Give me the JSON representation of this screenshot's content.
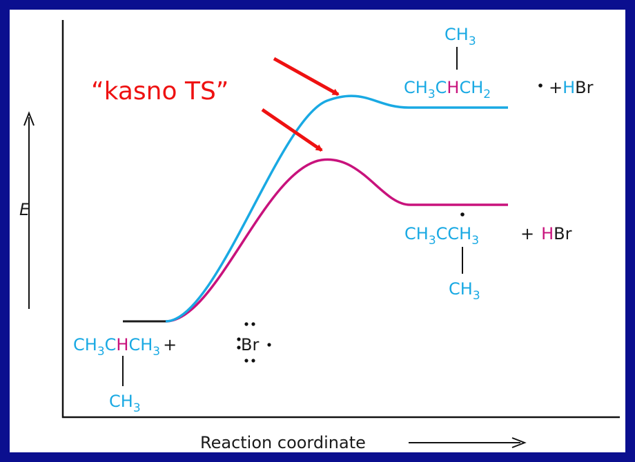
{
  "colors": {
    "frame": "#0b0f8f",
    "primary_curve": "#19a9e3",
    "tertiary_curve": "#c8127c",
    "annotation": "#ee1111",
    "hydrogen_accent": "#c8127c",
    "carbon_group": "#19a9e3",
    "text": "#1a1a1a"
  },
  "annotation": {
    "text": "“kasno TS”"
  },
  "axes": {
    "y_label": "E",
    "x_label": "Reaction coordinate"
  },
  "reactant": {
    "ch3_a": "CH",
    "ch3_a_sub": "3",
    "c_center": "C",
    "h_center": "H",
    "ch3_b": "CH",
    "ch3_b_sub": "3",
    "plus": "+",
    "br": "Br",
    "ch3_branch": "CH",
    "ch3_branch_sub": "3"
  },
  "primary_product": {
    "ch3_top": "CH",
    "ch3_top_sub": "3",
    "ch3": "CH",
    "ch3_sub": "3",
    "c": "C",
    "h": "H",
    "ch2": "CH",
    "ch2_sub": "2",
    "plus": "+",
    "hbr_h": "H",
    "hbr_br": "Br"
  },
  "tertiary_product": {
    "ch3_left": "CH",
    "ch3_left_sub": "3",
    "c": "C",
    "ch3_right": "CH",
    "ch3_right_sub": "3",
    "plus": "+",
    "hbr_h": "H",
    "hbr_br": "Br",
    "ch3_bottom": "CH",
    "ch3_bottom_sub": "3"
  }
}
